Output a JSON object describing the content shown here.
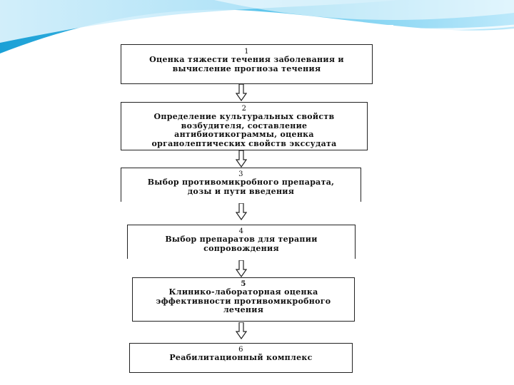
{
  "diagram": {
    "steps": [
      {
        "number": "1",
        "text": "Оценка тяжести течения заболевания и вычисление прогноза течения"
      },
      {
        "number": "2",
        "text": "Определение культуральных свойств возбудителя, составление антибиотикограммы, оценка органолептических свойств экссудата"
      },
      {
        "number": "3",
        "text": "Выбор противомикробного препарата, дозы и пути введения"
      },
      {
        "number": "4",
        "text": "Выбор препаратов для терапии сопровождения"
      },
      {
        "number": "5",
        "text": "Клинико-лабораторная оценка эффективности противомикробного лечения"
      },
      {
        "number": "6",
        "text": "Реабилитационный комплекс"
      }
    ]
  },
  "colors": {
    "wave_light": "#cfeefc",
    "wave_mid": "#5fc6ec",
    "wave_dark": "#1aa0d6",
    "border": "#222222"
  }
}
